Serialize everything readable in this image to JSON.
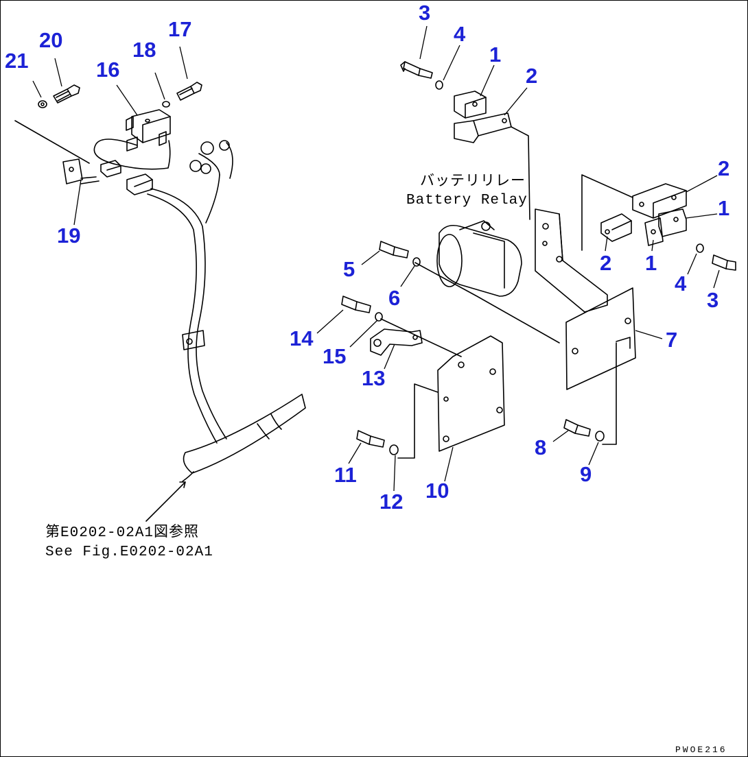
{
  "diagram": {
    "callout_color": "#1c22d6",
    "callouts": [
      "21",
      "20",
      "16",
      "18",
      "17",
      "19",
      "3",
      "4",
      "1",
      "2",
      "2",
      "1",
      "2",
      "1",
      "4",
      "3",
      "5",
      "6",
      "7",
      "14",
      "15",
      "13",
      "11",
      "12",
      "10",
      "8",
      "9"
    ],
    "battery_relay": {
      "ja": "バッテリリレー",
      "en": "Battery Relay"
    },
    "harness_reference": {
      "ja": "第E0202-02A1図参照",
      "en": "See Fig.E0202-02A1"
    },
    "drawing_code": "PWOE216"
  }
}
